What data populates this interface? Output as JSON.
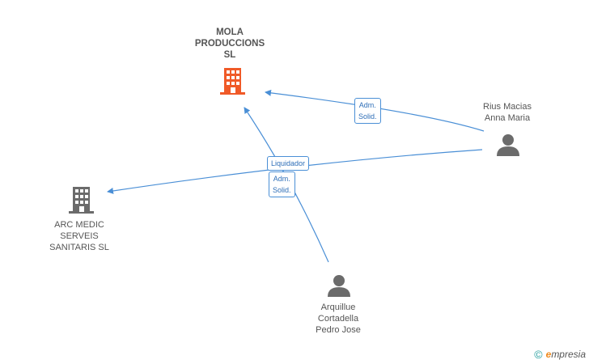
{
  "nodes": {
    "mola": {
      "label": "MOLA\nPRODUCCIONS\nSL",
      "color": "#f05a28"
    },
    "arc": {
      "label": "ARC MEDIC\nSERVEIS\nSANITARIS SL",
      "color": "#6b6b6b"
    },
    "rius": {
      "label": "Rius Macias\nAnna Maria",
      "color": "#6b6b6b"
    },
    "arquillue": {
      "label": "Arquillue\nCortadella\nPedro Jose",
      "color": "#6b6b6b"
    }
  },
  "edges": {
    "rius_mola": "Adm.\nSolid.",
    "rius_arc": "Liquidador",
    "arq_mola": "Adm.\nSolid."
  },
  "colors": {
    "edge": "#4a8fd6"
  },
  "brand": {
    "copyright": "©",
    "e": "e",
    "rest": "mpresia"
  }
}
